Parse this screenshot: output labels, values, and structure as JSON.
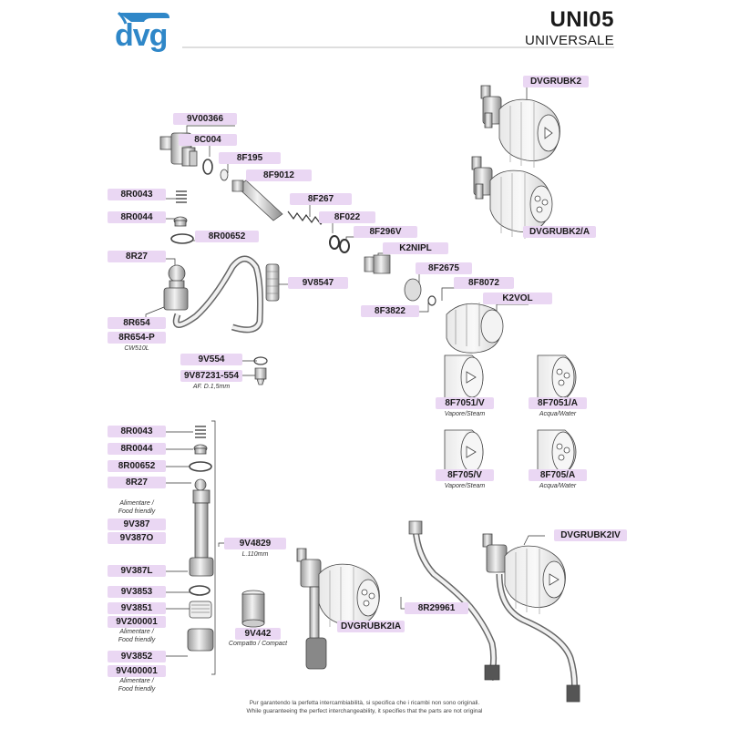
{
  "header": {
    "brand": "dvg",
    "model": "UNI05",
    "subtitle": "UNIVERSALE"
  },
  "parts_top": {
    "p_9V00366": "9V00366",
    "p_8C004": "8C004",
    "p_8F195": "8F195",
    "p_8F9012": "8F9012",
    "p_8F267": "8F267",
    "p_8F022": "8F022",
    "p_8F296V": "8F296V",
    "p_K2NIPL": "K2NIPL",
    "p_8F2675": "8F2675",
    "p_8F8072": "8F8072",
    "p_K2VOL": "K2VOL",
    "p_8F3822": "8F3822",
    "p_8R0043": "8R0043",
    "p_8R0044": "8R0044",
    "p_8R00652": "8R00652",
    "p_8R27": "8R27",
    "p_9V8547": "9V8547",
    "p_8R654": "8R654",
    "p_8R654P": "8R654-P",
    "note_cw510l": "CW510L",
    "p_9V554": "9V554",
    "p_9V87231": "9V87231-554",
    "note_af": "AF. D.1,5mm",
    "p_DVGRUBK2": "DVGRUBK2",
    "p_DVGRUBK2A": "DVGRUBK2/A"
  },
  "knobs": {
    "p_8F7051V": "8F7051/V",
    "note_7051v": "Vapore/Steam",
    "p_8F7051A": "8F7051/A",
    "note_7051a": "Acqua/Water",
    "p_8F705V": "8F705/V",
    "note_705v": "Vapore/Steam",
    "p_8F705A": "8F705/A",
    "note_705a": "Acqua/Water"
  },
  "parts_bottom": {
    "p_8R0043": "8R0043",
    "p_8R0044": "8R0044",
    "p_8R00652": "8R00652",
    "p_8R27": "8R27",
    "note_food1a": "Alimentare /",
    "note_food1b": "Food friendly",
    "p_9V387": "9V387",
    "p_9V387O": "9V387O",
    "p_9V387L": "9V387L",
    "p_9V4829": "9V4829",
    "note_l110": "L.110mm",
    "p_9V3853": "9V3853",
    "p_9V3851": "9V3851",
    "p_9V200001": "9V200001",
    "note_food2a": "Alimentare /",
    "note_food2b": "Food friendly",
    "p_9V442": "9V442",
    "note_compact": "Compatto / Compact",
    "p_9V3852": "9V3852",
    "p_9V400001": "9V400001",
    "note_food3a": "Alimentare /",
    "note_food3b": "Food friendly",
    "p_DVGRUBK2IA": "DVGRUBK2IA",
    "p_8R29961": "8R29961",
    "p_DVGRUBK2IV": "DVGRUBK2IV"
  },
  "footer": {
    "line1": "Pur garantendo la perfetta intercambiabilità, si specifica che i ricambi non sono originali.",
    "line2": "While guaranteeing the perfect interchangeability, it specifies that the parts are not original"
  },
  "colors": {
    "brand_blue": "#2f87c8",
    "tag_bg": "#ead7f3",
    "line": "#333333"
  }
}
